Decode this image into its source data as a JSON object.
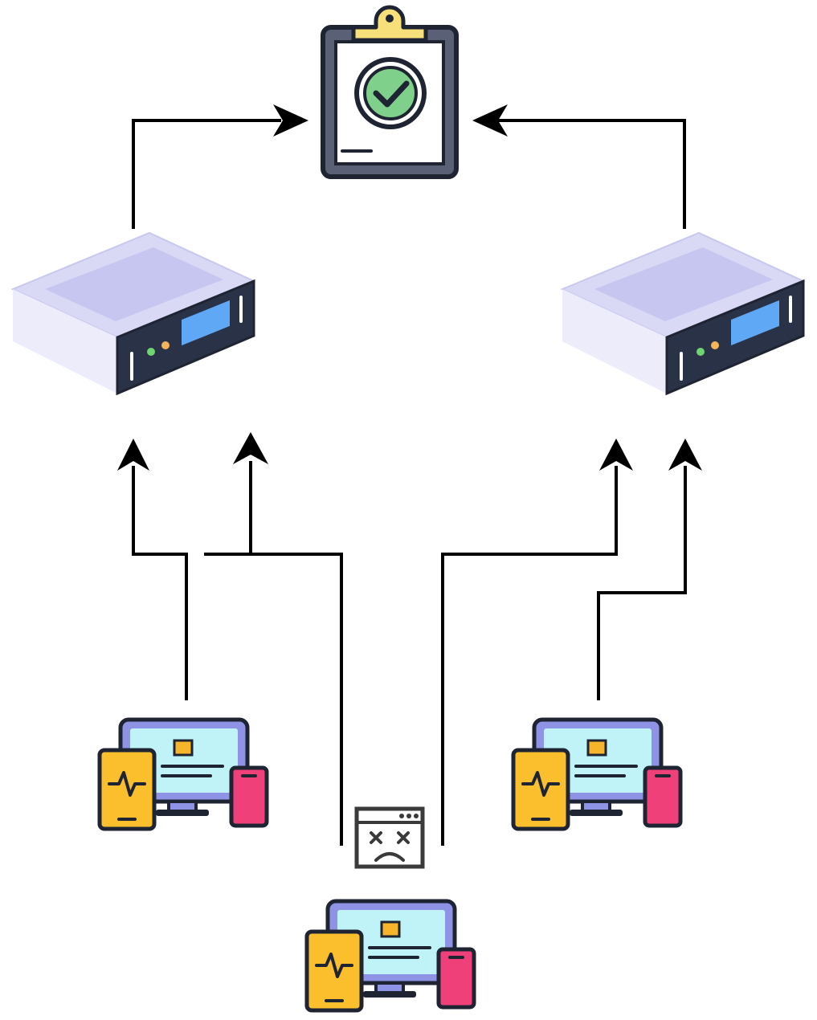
{
  "diagram": {
    "nodes": [
      {
        "id": "clipboard",
        "icon": "clipboard-check-icon"
      },
      {
        "id": "server-left",
        "icon": "server-icon"
      },
      {
        "id": "server-right",
        "icon": "server-icon"
      },
      {
        "id": "devices-left",
        "icon": "devices-icon"
      },
      {
        "id": "devices-right",
        "icon": "devices-icon"
      },
      {
        "id": "devices-bottom",
        "icon": "devices-icon"
      },
      {
        "id": "browser-error",
        "icon": "browser-error-icon"
      }
    ],
    "edges": [
      {
        "from": "server-left",
        "to": "clipboard"
      },
      {
        "from": "server-right",
        "to": "clipboard"
      },
      {
        "from": "devices-left",
        "to": "server-left"
      },
      {
        "from": "devices-bottom",
        "to": "server-left"
      },
      {
        "from": "devices-bottom",
        "to": "server-right"
      },
      {
        "from": "devices-right",
        "to": "server-right"
      }
    ],
    "colors": {
      "line": "#000000",
      "outline": "#1f2433",
      "server_top": "#d9d9f5",
      "server_top_inner": "#c6c6f0",
      "server_side": "#ececfb",
      "server_front": "#2a3247",
      "screen_blue": "#5fa8f5",
      "led_green": "#6fd66f",
      "led_orange": "#f5b45a",
      "clip_yellow": "#f7e07a",
      "check_green": "#7ed08a",
      "device_monitor": "#8e93e6",
      "device_screen": "#bff3f7",
      "device_tablet": "#fbbf2e",
      "device_phone": "#f0407a",
      "accent_orange": "#f7b52c"
    }
  }
}
